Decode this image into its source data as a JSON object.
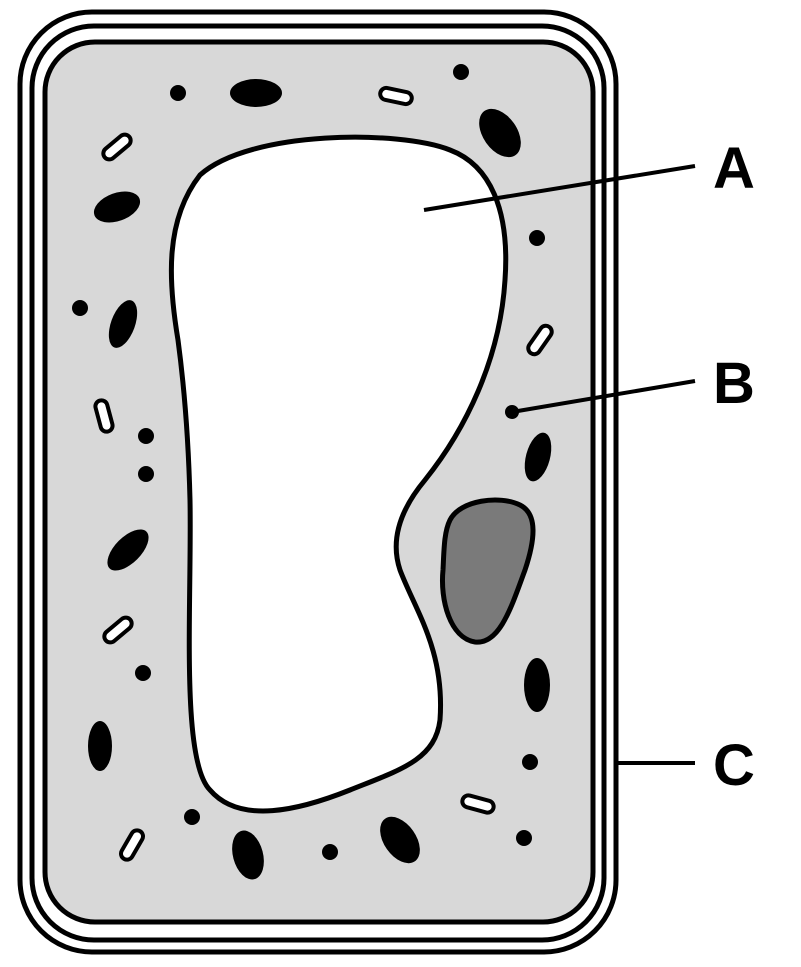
{
  "labels": {
    "a": "A",
    "b": "B",
    "c": "C"
  },
  "colors": {
    "cytoplasm": "#d8d8d8",
    "nucleus": "#7a7a7a",
    "outline": "#000000",
    "vacuole": "#ffffff",
    "cell_wall_fill": "#ffffff"
  }
}
